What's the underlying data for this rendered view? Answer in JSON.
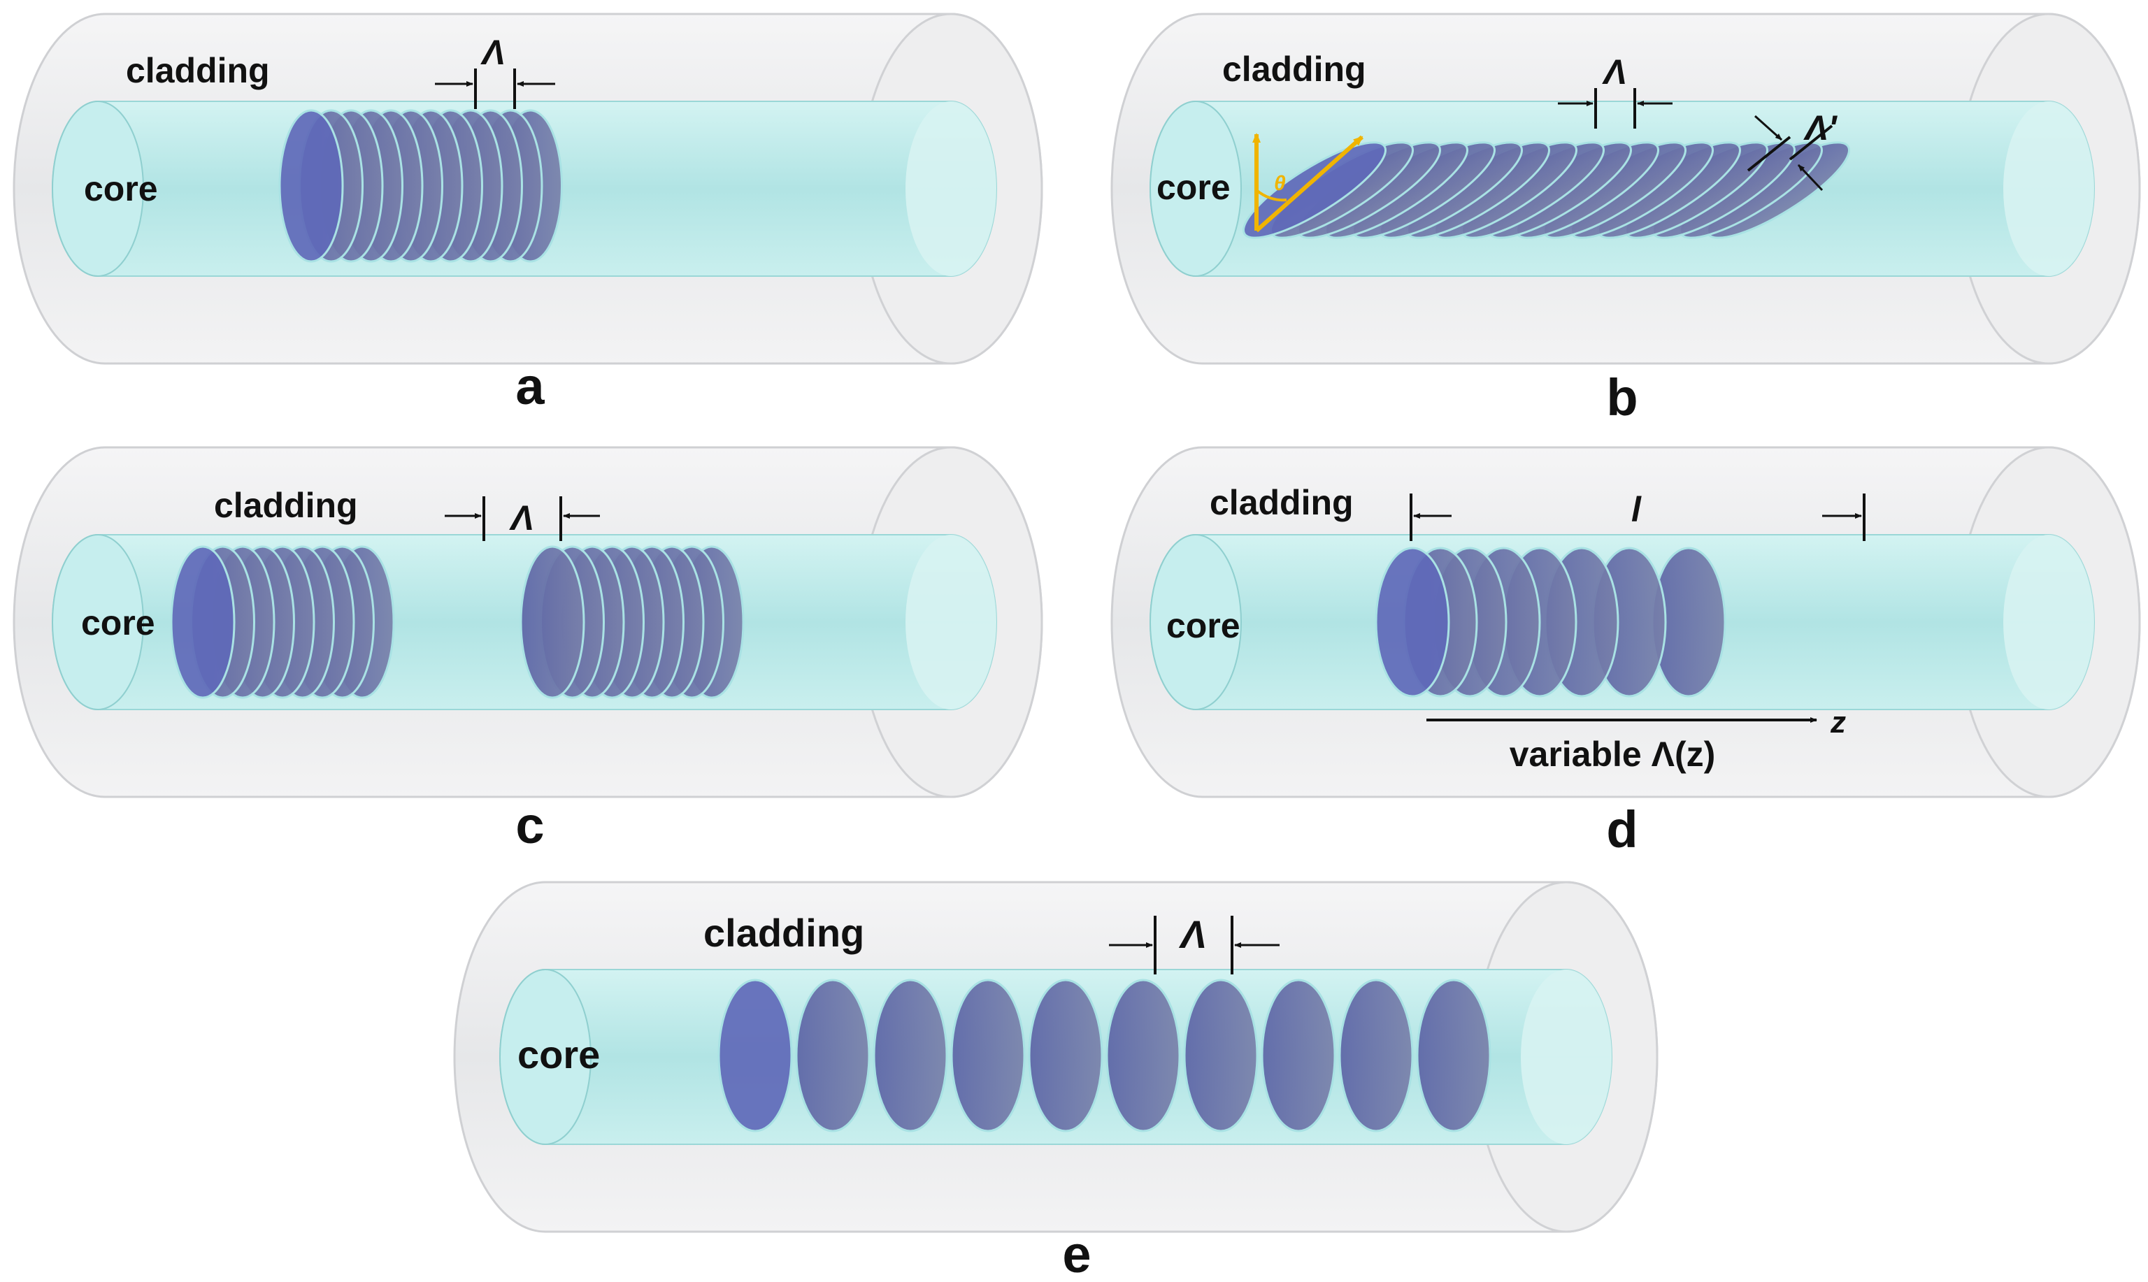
{
  "figure": {
    "panels": [
      {
        "id": "a",
        "caption": "a",
        "cladding_label": "cladding",
        "core_label": "core",
        "period_label": "Λ",
        "grating": "uniform"
      },
      {
        "id": "b",
        "caption": "b",
        "cladding_label": "cladding",
        "core_label": "core",
        "period_label": "Λ",
        "tilted_period_label": "Λ'",
        "angle_label": "θ",
        "grating": "tilted"
      },
      {
        "id": "c",
        "caption": "c",
        "cladding_label": "cladding",
        "core_label": "core",
        "period_label": "Λ",
        "grating": "phase-shifted"
      },
      {
        "id": "d",
        "caption": "d",
        "cladding_label": "cladding",
        "core_label": "core",
        "length_label": "l",
        "axis_label": "z",
        "chirp_label": "variable Λ(z)",
        "grating": "chirped"
      },
      {
        "id": "e",
        "caption": "e",
        "cladding_label": "cladding",
        "core_label": "core",
        "period_label": "Λ",
        "grating": "long-period"
      }
    ]
  },
  "colors": {
    "cladding": "#ececee",
    "cladding_edge": "#c9cacd",
    "core": "#bfeceb",
    "core_edge": "#8fd3d3",
    "grating_plane": "#6e76a2",
    "grating_plane_front": "#5f69b8",
    "angle_arrow": "#f0b400",
    "text": "#111111"
  }
}
